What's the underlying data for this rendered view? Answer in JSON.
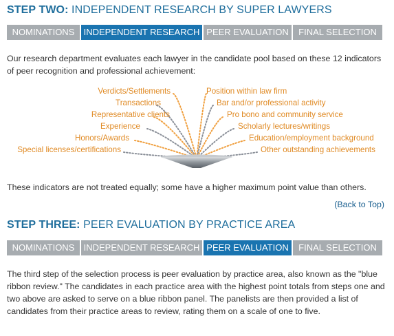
{
  "step_two": {
    "heading_strong": "STEP TWO:",
    "heading_rest": "INDEPENDENT RESEARCH BY SUPER LAWYERS",
    "tabs": [
      {
        "label": "NOMINATIONS",
        "active": false
      },
      {
        "label": "INDEPENDENT RESEARCH",
        "active": true
      },
      {
        "label": "PEER EVALUATION",
        "active": false
      },
      {
        "label": "FINAL SELECTION",
        "active": false
      }
    ],
    "intro": "Our research department evaluates each lawyer in the candidate pool based on these 12 indicators of peer recognition and professional achievement:",
    "indicators_left": [
      "Verdicts/Settlements",
      "Transactions",
      "Representative clients",
      "Experience",
      "Honors/Awards",
      "Special licenses/certifications"
    ],
    "indicators_right": [
      "Position within law firm",
      "Bar and/or professional activity",
      "Pro bono and community service",
      "Scholarly lectures/writings",
      "Education/employment background",
      "Other outstanding achievements"
    ],
    "note": "These indicators are not treated equally; some have a higher maximum point value than others.",
    "back_link": "(Back to Top)"
  },
  "step_three": {
    "heading_strong": "STEP THREE:",
    "heading_rest": "PEER EVALUATION BY PRACTICE AREA",
    "tabs": [
      {
        "label": "NOMINATIONS",
        "active": false
      },
      {
        "label": "INDEPENDENT RESEARCH",
        "active": false
      },
      {
        "label": "PEER EVALUATION",
        "active": true
      },
      {
        "label": "FINAL SELECTION",
        "active": false
      }
    ],
    "body": "The third step of the selection process is peer evaluation by practice area, also known as the \"blue ribbon review.\" The candidates in each practice area with the highest point totals from steps one and two above are asked to serve on a blue ribbon panel. The panelists are then provided a list of candidates from their practice areas to review, rating them on a scale of one to five."
  },
  "colors": {
    "heading": "#1f6e9c",
    "tab_active": "#1a74b0",
    "tab_inactive": "#a7acb0",
    "indicator_text": "#e08a24",
    "dots_orange": "#f0a040",
    "dots_gray": "#8a8f98"
  }
}
